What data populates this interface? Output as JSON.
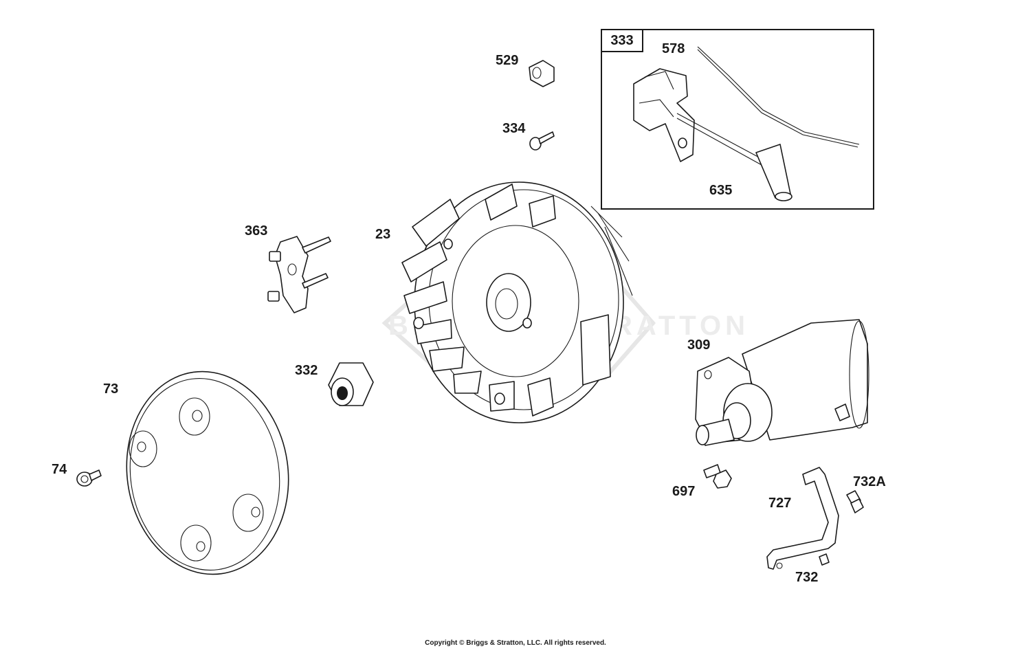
{
  "diagram": {
    "callouts": {
      "p23": "23",
      "p73": "73",
      "p74": "74",
      "p309": "309",
      "p332": "332",
      "p333": "333",
      "p334": "334",
      "p363": "363",
      "p529": "529",
      "p578": "578",
      "p635": "635",
      "p697": "697",
      "p727": "727",
      "p732": "732",
      "p732a": "732A"
    },
    "watermark": "BRIGGS & STRATTON",
    "copyright": "Copyright © Briggs & Stratton, LLC. All rights reserved."
  },
  "colors": {
    "line": "#1a1a1a",
    "background": "#ffffff",
    "watermark": "#e6e6e6"
  },
  "icons": [
    "flywheel-icon",
    "blower-housing-icon",
    "starter-motor-icon",
    "ignition-armature-icon",
    "flange-nut-icon",
    "bolt-icon",
    "bracket-icon",
    "grommet-icon",
    "fan-retainer-icon"
  ]
}
